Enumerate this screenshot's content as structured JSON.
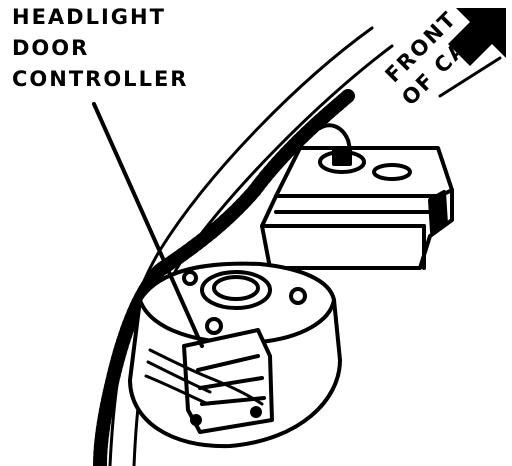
{
  "callout": {
    "line1": "HEADLIGHT",
    "line2": "DOOR",
    "line3": "CONTROLLER"
  },
  "direction": {
    "line1": "FRONT",
    "line2": "OF CAR"
  }
}
